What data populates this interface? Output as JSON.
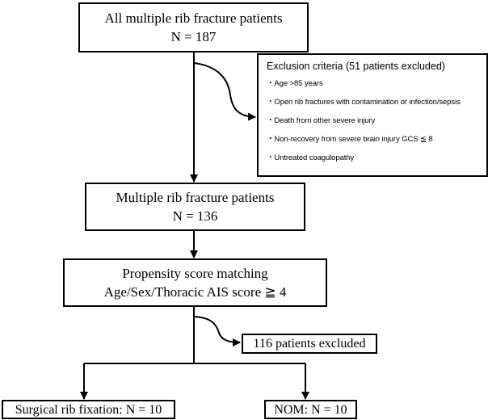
{
  "flowchart": {
    "all_patients": {
      "title": "All multiple rib fracture patients",
      "count": "N = 187"
    },
    "exclusion": {
      "title": "Exclusion criteria (51 patients excluded)",
      "items": [
        "・Age >85 years",
        "・Open rib fractures with contamination or infection/sepsis",
        "・Death from other severe injury",
        "・Non-recovery from severe brain injury GCS ≦ 8",
        "・Untreated coagulopathy"
      ]
    },
    "remaining": {
      "title": "Multiple rib fracture patients",
      "count": "N = 136"
    },
    "matching": {
      "title": "Propensity score matching",
      "criteria": "Age/Sex/Thoracic AIS score ≧ 4"
    },
    "matching_excluded": "116 patients excluded",
    "surgical": "Surgical rib fixation: N = 10",
    "nom": "NOM: N = 10"
  }
}
